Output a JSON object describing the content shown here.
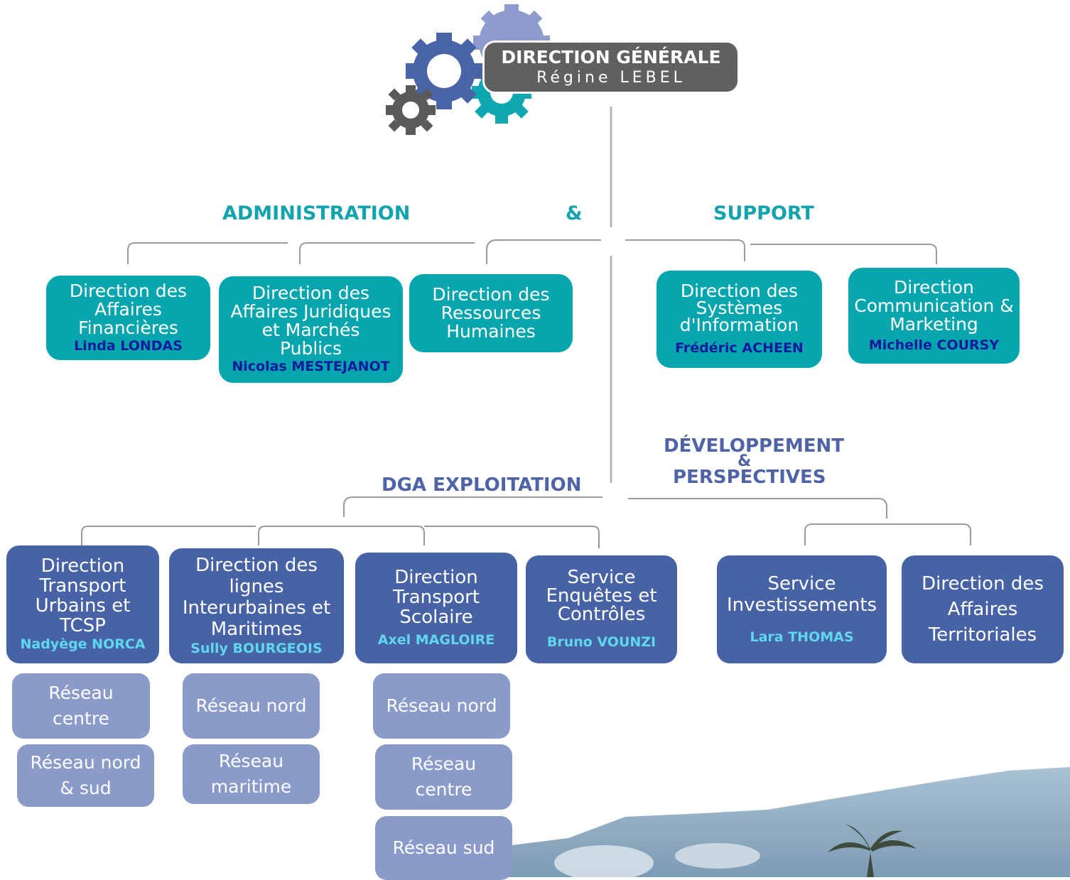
{
  "top": {
    "title": "DIRECTION GÉNÉRALE",
    "name": "Régine LEBEL"
  },
  "sections": {
    "admin": "ADMINISTRATION",
    "amp": "&",
    "support": "SUPPORT",
    "dev_line1": "DÉVELOPPEMENT",
    "dev_amp": "&",
    "dev_line2": "PERSPECTIVES",
    "dga": "DGA EXPLOITATION"
  },
  "admin_boxes": [
    {
      "title": "Direction des Affaires Financières",
      "name": "Linda LONDAS"
    },
    {
      "title": "Direction des Affaires Juridiques et Marchés Publics",
      "name": "Nicolas MESTEJANOT"
    },
    {
      "title": "Direction des Ressources Humaines",
      "name": ""
    },
    {
      "title": "Direction des Systèmes d'Information",
      "name": "Frédéric ACHEEN"
    },
    {
      "title": "Direction Communication & Marketing",
      "name": "Michelle COURSY"
    }
  ],
  "exploitation_boxes": [
    {
      "title": "Direction Transport Urbains et TCSP",
      "name": "Nadyège NORCA"
    },
    {
      "title": "Direction des lignes Interurbaines et Maritimes",
      "name": "Sully BOURGEOIS"
    },
    {
      "title": "Direction Transport Scolaire",
      "name": "Axel MAGLOIRE"
    },
    {
      "title": "Service Enquêtes et Contrôles",
      "name": "Bruno VOUNZI"
    }
  ],
  "dev_boxes": [
    {
      "title": "Service Investissements",
      "name": "Lara THOMAS"
    },
    {
      "title": "Direction des Affaires Territoriales",
      "name": ""
    }
  ],
  "networks": {
    "urbain": [
      "Réseau centre",
      "Réseau nord & sud"
    ],
    "interurbain": [
      "Réseau nord",
      "Réseau maritime"
    ],
    "scolaire": [
      "Réseau nord",
      "Réseau centre",
      "Réseau sud"
    ]
  },
  "colors": {
    "teal": "#07a5ad",
    "blue": "#4763a6",
    "light_blue": "#8a9bca",
    "name_dark": "#141a9c",
    "name_cyan": "#5fd7ee",
    "general_box": "#606060"
  }
}
